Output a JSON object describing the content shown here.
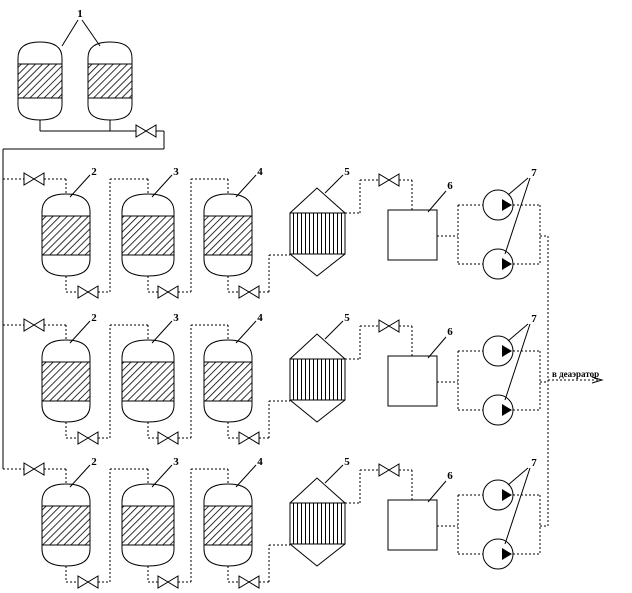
{
  "labels": {
    "filters_head": "1",
    "filter_a": "2",
    "filter_b": "3",
    "filter_c": "4",
    "exchanger": "5",
    "tank": "6",
    "pumps": "7"
  },
  "outlet": "в деаэратор",
  "colors": {
    "line": "#000000",
    "hatch": "#000000",
    "background": "#ffffff"
  }
}
